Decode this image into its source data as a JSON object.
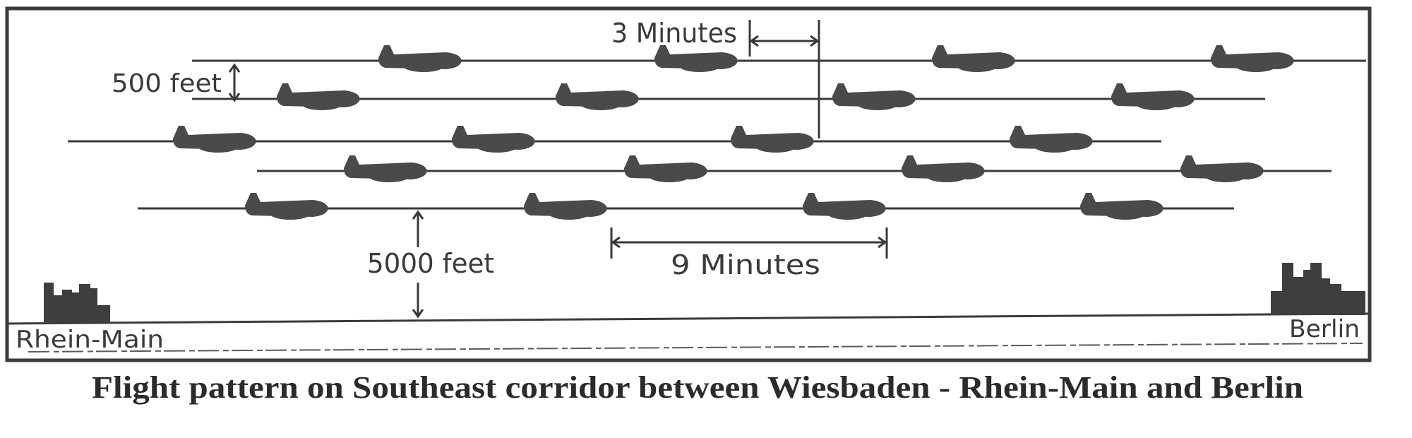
{
  "diagram": {
    "caption": "Flight pattern on Southeast corridor between Wiesbaden  - Rhein-Main and Berlin",
    "left_city": "Rhein-Main",
    "right_city": "Berlin",
    "labels": {
      "altitude_step": "500 feet",
      "time_step": "3 Minutes",
      "base_altitude": "5000 feet",
      "level_interval": "9 Minutes"
    },
    "levels": [
      {
        "aircraft": 4
      },
      {
        "aircraft": 4
      },
      {
        "aircraft": 4
      },
      {
        "aircraft": 4
      },
      {
        "aircraft": 4
      }
    ],
    "colors": {
      "ink": "#3a3a3a",
      "aircraft": "#4a4a4a",
      "background": "#ffffff"
    },
    "icons": {
      "aircraft": "aircraft-icon",
      "city": "city-skyline-icon"
    }
  }
}
